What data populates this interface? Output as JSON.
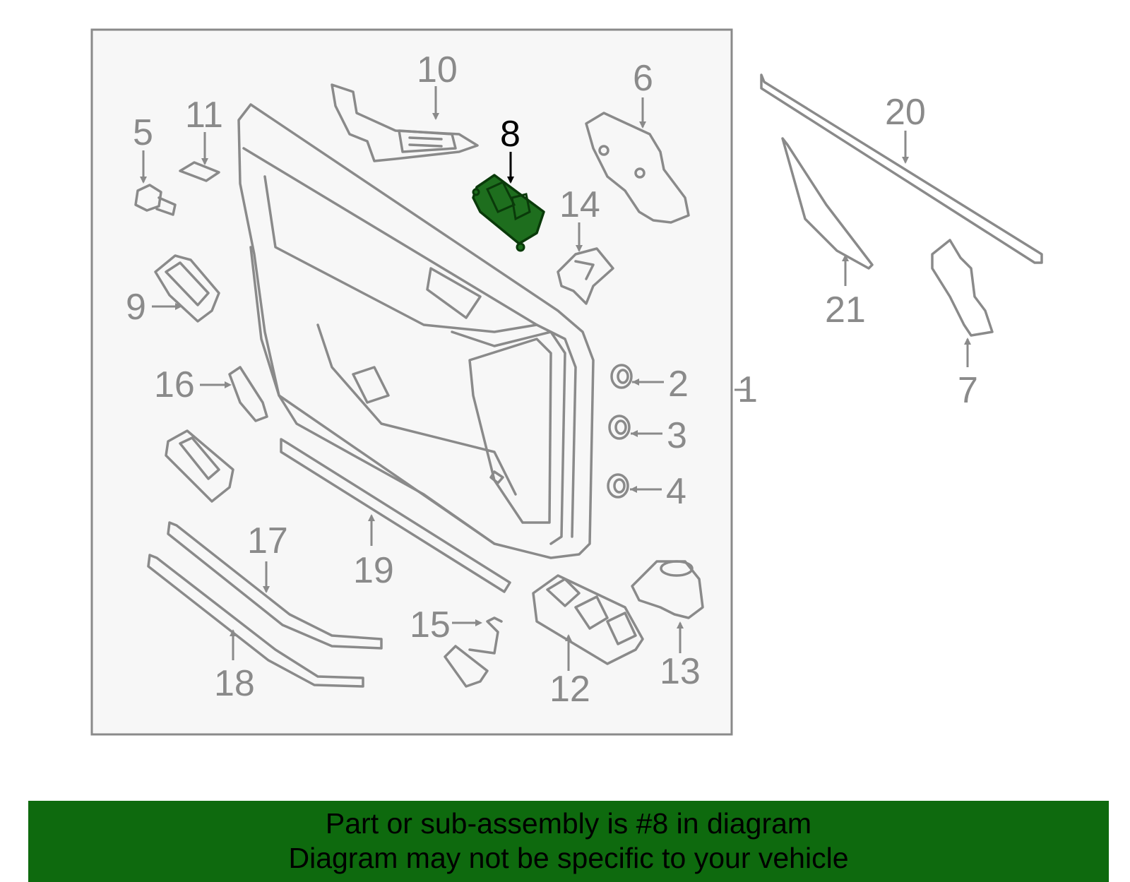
{
  "diagram": {
    "highlighted_callout": "8",
    "highlight_color": "#1e6e1e",
    "line_color": "#8a8a8a",
    "callouts": [
      "1",
      "2",
      "3",
      "4",
      "5",
      "6",
      "7",
      "8",
      "9",
      "10",
      "11",
      "12",
      "13",
      "14",
      "15",
      "16",
      "17",
      "18",
      "19",
      "20",
      "21"
    ]
  },
  "banner": {
    "line1": "Part or sub-assembly is #8 in diagram",
    "line2": "Diagram may not be specific to your vehicle",
    "background": "#0e6a0e"
  }
}
